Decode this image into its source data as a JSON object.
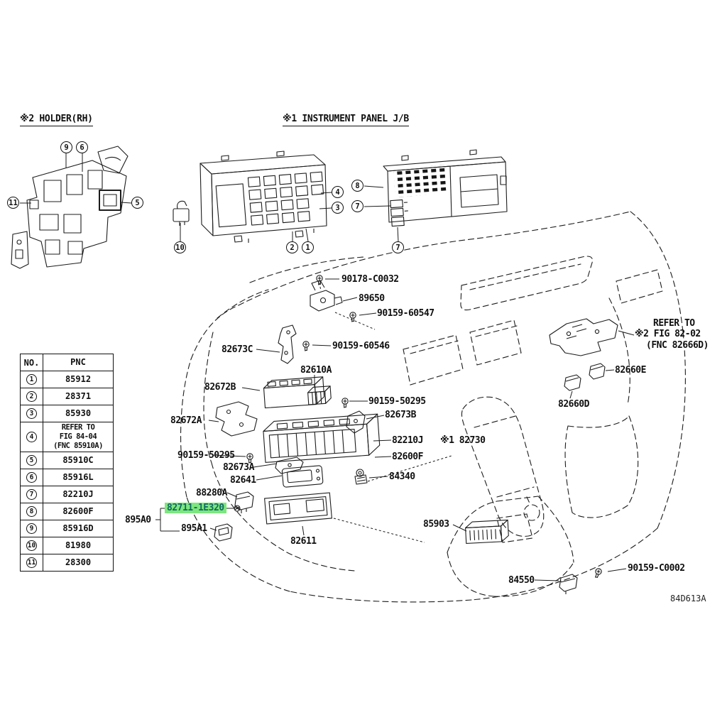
{
  "titles": {
    "holder": "※2 HOLDER(RH)",
    "panel_jb": "※1 INSTRUMENT PANEL J/B"
  },
  "table": {
    "headers": {
      "no": "NO.",
      "pnc": "PNC"
    },
    "rows": [
      {
        "no": "1",
        "pnc": "85912"
      },
      {
        "no": "2",
        "pnc": "28371"
      },
      {
        "no": "3",
        "pnc": "85930"
      },
      {
        "no": "4",
        "pnc": "REFER TO\nFIG 84-04\n(FNC 85910A)"
      },
      {
        "no": "5",
        "pnc": "85910C"
      },
      {
        "no": "6",
        "pnc": "85916L"
      },
      {
        "no": "7",
        "pnc": "82210J"
      },
      {
        "no": "8",
        "pnc": "82600F"
      },
      {
        "no": "9",
        "pnc": "85916D"
      },
      {
        "no": "10",
        "pnc": "81980"
      },
      {
        "no": "11",
        "pnc": "28300"
      }
    ]
  },
  "callouts": {
    "holder": [
      "9",
      "6",
      "11",
      "5"
    ],
    "panel": [
      "4",
      "3",
      "2",
      "1",
      "10"
    ],
    "right_jb": [
      "8",
      "7",
      "7"
    ]
  },
  "parts": {
    "bolt": "90178-C0032",
    "p89650": "89650",
    "screw_60547": "90159-60547",
    "screw_60546": "90159-60546",
    "p82673c": "82673C",
    "p82610a": "82610A",
    "p82672b": "82672B",
    "screw_50295": "90159-50295",
    "p82673b": "82673B",
    "p82672a": "82672A",
    "p82210j": "82210J",
    "p82730": "※1 82730",
    "p82600f": "82600F",
    "p82673a": "82673A",
    "p82641": "82641",
    "p84340": "84340",
    "p88280a": "88280A",
    "p82711": "82711-1E320",
    "p895a0": "895A0",
    "p895a1": "895A1",
    "p82611": "82611",
    "p85903": "85903",
    "p82660e": "82660E",
    "p82660d": "82660D",
    "refer_1": "REFER TO",
    "refer_2": "※2 FIG 82-02",
    "refer_3": "(FNC 82666D)",
    "p84550": "84550",
    "screw_c0002": "90159-C0002"
  },
  "footer": {
    "code": "84D613A"
  },
  "colors": {
    "highlight": "#7ee67e",
    "highlight_text": "#0f6a5f",
    "line": "#1c1c1c"
  }
}
